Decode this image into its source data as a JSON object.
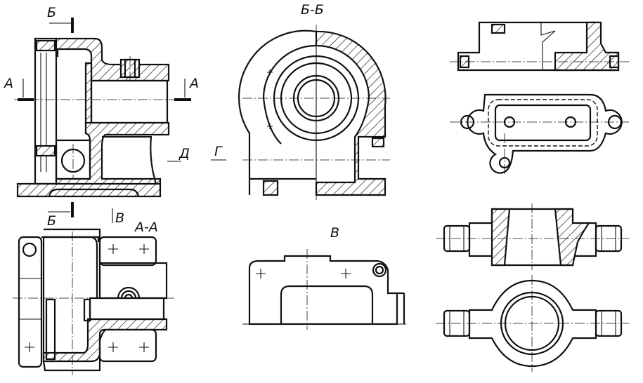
{
  "drawing": {
    "section_labels": {
      "b_top": "Б",
      "a_left": "А",
      "a_right": "А",
      "section_bb_title": "Б-Б",
      "view_d": "Д",
      "view_g": "Г",
      "b_bottom": "Б",
      "view_v_arrow": "В",
      "section_aa_title": "А-А",
      "view_v_title": "В"
    }
  }
}
